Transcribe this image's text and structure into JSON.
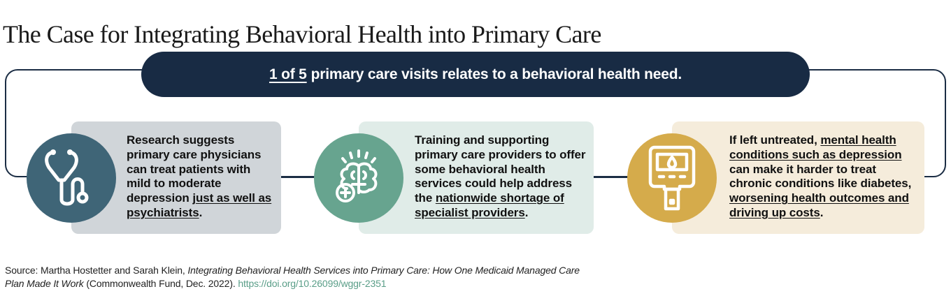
{
  "title": "The Case for Integrating Behavioral Health into Primary Care",
  "banner": {
    "highlight": "1 of 5",
    "text": "primary care visits relates to a behavioral health need."
  },
  "cards": [
    {
      "icon": "stethoscope-icon",
      "icon_bg": "#3f6577",
      "card_bg": "#d0d5d9",
      "text_before": "Research suggests primary care physicians can treat patients with mild to moderate depression ",
      "link_1": "just as well as psychiatrists",
      "text_after": "."
    },
    {
      "icon": "brain-plus-icon",
      "icon_bg": "#67a48f",
      "card_bg": "#e0ece8",
      "text_before": "Training and supporting primary care providers to offer some behavioral health services could help address the ",
      "link_1": "nationwide shortage of specialist providers",
      "text_after": "."
    },
    {
      "icon": "glucose-meter-icon",
      "icon_bg": "#d5ab4b",
      "card_bg": "#f5ecdb",
      "text_before": "If left untreated, ",
      "link_1": "mental health conditions such as depression",
      "text_middle": " can make it harder to treat chronic conditions like diabetes, ",
      "link_2": "worsening health outcomes and driving up costs",
      "text_after": "."
    }
  ],
  "source": {
    "prefix": "Source: Martha Hostetter and Sarah Klein, ",
    "work_title": "Integrating Behavioral Health Services into Primary Care: How One Medicaid Managed Care Plan Made It Work",
    "publisher": " (Commonwealth Fund, Dec. 2022). ",
    "link": "https://doi.org/10.26099/wggr-2351"
  },
  "colors": {
    "navy": "#182b44",
    "link_green": "#5a9e88"
  }
}
